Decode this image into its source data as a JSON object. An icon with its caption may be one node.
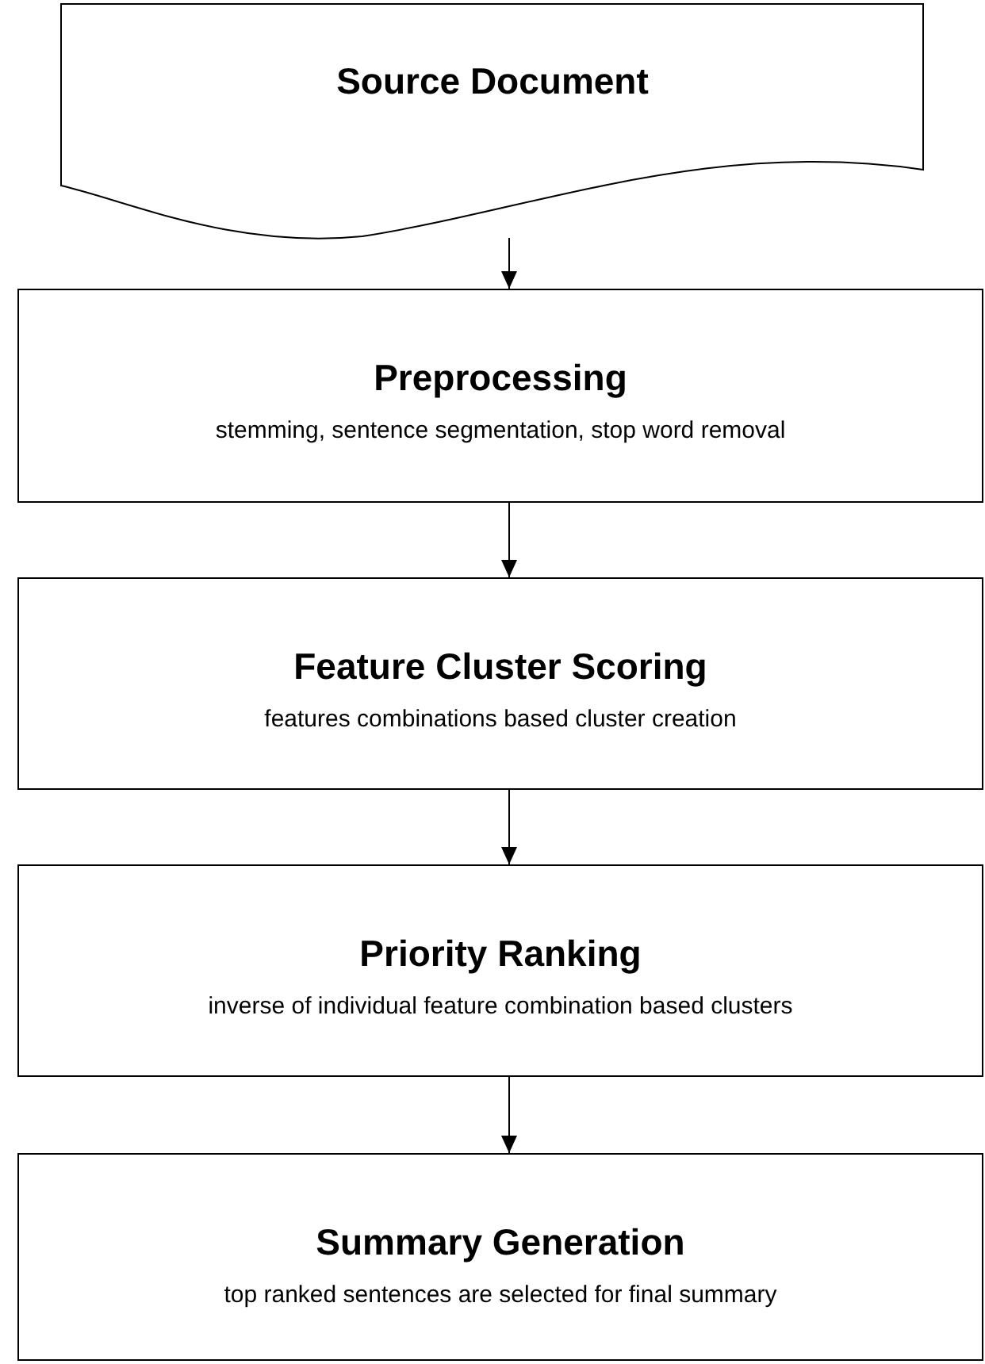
{
  "diagram": {
    "nodes": [
      {
        "text": [
          "Source Document"
        ]
      },
      {
        "text": [
          "Preprocessing",
          "stemming, sentence segmentation, stop word removal"
        ]
      },
      {
        "text": [
          "Feature Cluster Scoring",
          "features combinations based cluster creation"
        ]
      },
      {
        "text": [
          "Priority Ranking",
          "inverse of individual feature combination based clusters"
        ]
      },
      {
        "text": [
          "Summary Generation",
          "top ranked sentences are selected for final summary"
        ]
      }
    ],
    "edges": [
      {
        "from": 0,
        "to": 1,
        "arrow": "to"
      },
      {
        "from": 1,
        "to": 2,
        "arrow": "to"
      },
      {
        "from": 2,
        "to": 3,
        "arrow": "to"
      },
      {
        "from": 3,
        "to": 4,
        "arrow": "to"
      }
    ]
  }
}
